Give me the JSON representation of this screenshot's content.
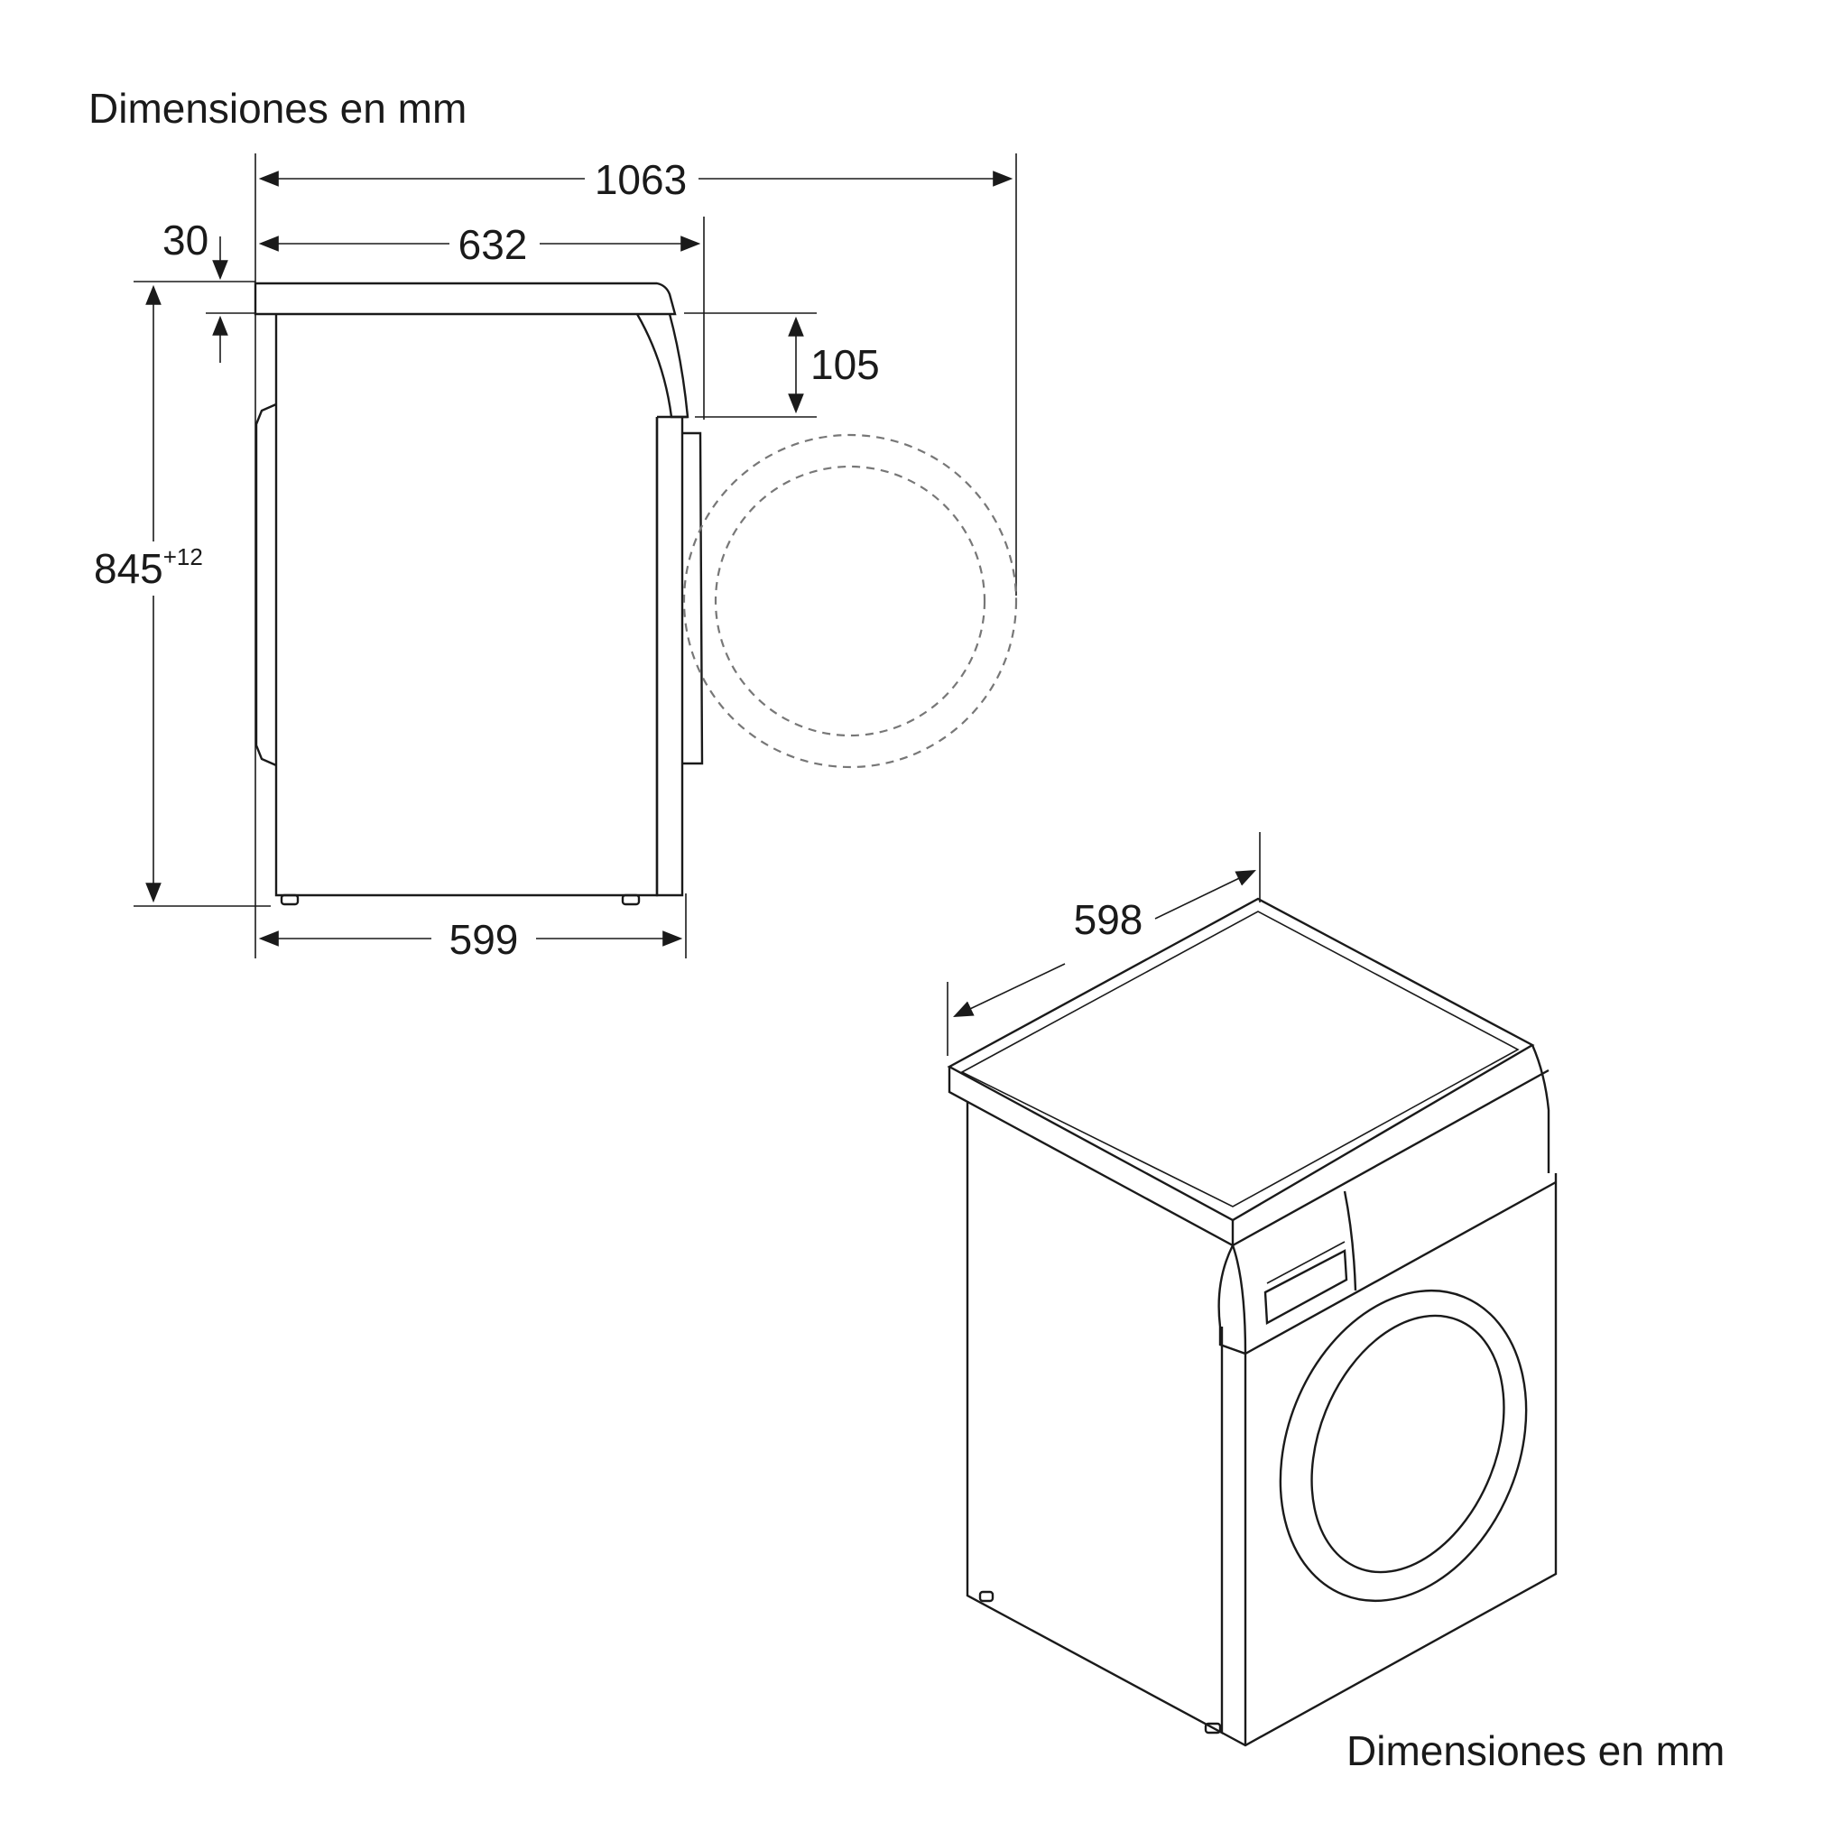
{
  "caption_top": "Dimensiones en mm",
  "caption_bottom": "Dimensiones en mm",
  "dimensions": {
    "total_depth_door_open": "1063",
    "depth_with_door": "632",
    "top_offset": "30",
    "height": "845",
    "height_tolerance": "+12",
    "worktop_clearance": "105",
    "body_depth": "599",
    "width": "598"
  }
}
